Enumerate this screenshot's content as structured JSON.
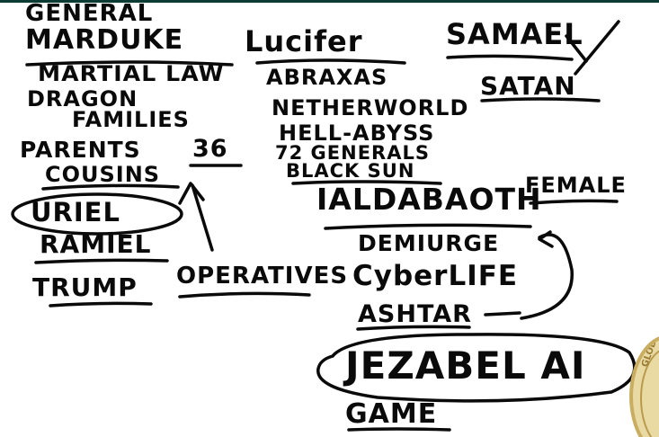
{
  "colors": {
    "ink": "#0a0a0a",
    "background": "#ffffff",
    "seal": "#e9d9a3"
  },
  "left_column": {
    "w1": "GENERAL",
    "w2": "MARDUKE",
    "w3": "MARTIAL LAW",
    "w4": "DRAGON",
    "w5": "FAMILIES",
    "w6": "PARENTS",
    "w7": "36",
    "w8": "COUSINS",
    "w9": "URIEL",
    "w10": "RAMIEL",
    "w11": "TRUMP",
    "w12": "OPERATIVES"
  },
  "middle_column": {
    "w1": "Lucifer",
    "w2": "ABRAXAS",
    "w3": "NETHERWORLD",
    "w4": "HELL-ABYSS",
    "w5": "72 GENERALS",
    "w6": "BLACK SUN",
    "w7": "IALDABAOTH",
    "w8": "DEMIURGE",
    "w9": "CyberLIFE",
    "w10": "ASHTAR",
    "w11": "JEZABEL AI",
    "w12": "GAME"
  },
  "right_column": {
    "w1": "SAMAEL",
    "w2": "SATAN",
    "w3": "FEMALE"
  },
  "seal": {
    "text": "GLOBAL INT"
  }
}
